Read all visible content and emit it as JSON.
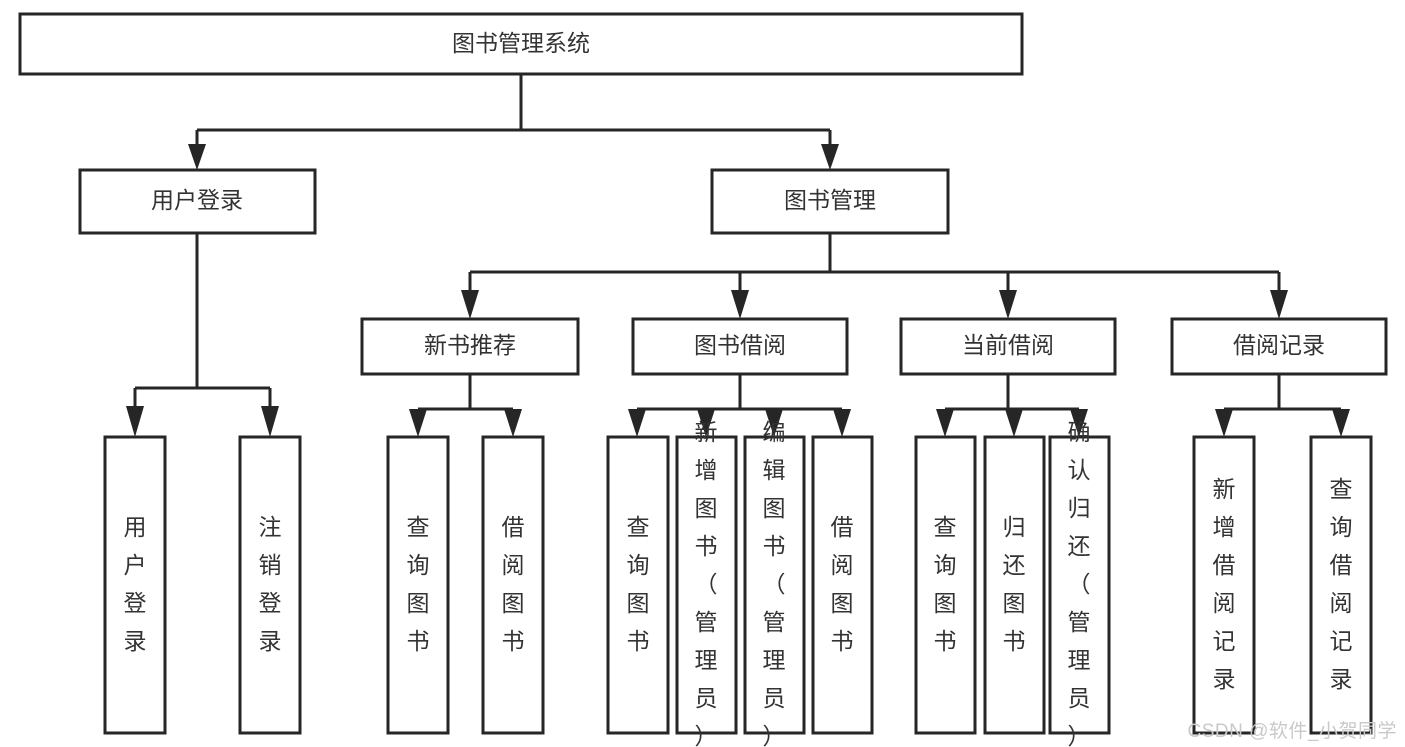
{
  "diagram": {
    "title": "图书管理系统",
    "type": "tree-hierarchy",
    "root": {
      "id": "root",
      "label": "图书管理系统",
      "orientation": "horizontal"
    },
    "level2": [
      {
        "id": "user-login",
        "label": "用户登录",
        "orientation": "horizontal"
      },
      {
        "id": "book-manage",
        "label": "图书管理",
        "orientation": "horizontal"
      }
    ],
    "level3": [
      {
        "id": "new-book-rec",
        "label": "新书推荐",
        "orientation": "horizontal",
        "parent": "book-manage"
      },
      {
        "id": "book-borrow",
        "label": "图书借阅",
        "orientation": "horizontal",
        "parent": "book-manage"
      },
      {
        "id": "current-borrow",
        "label": "当前借阅",
        "orientation": "horizontal",
        "parent": "book-manage"
      },
      {
        "id": "borrow-record",
        "label": "借阅记录",
        "orientation": "horizontal",
        "parent": "book-manage"
      }
    ],
    "leaves": [
      {
        "id": "leaf-user-login",
        "label": "用户登录",
        "orientation": "vertical",
        "parent": "user-login"
      },
      {
        "id": "leaf-user-logout",
        "label": "注销登录",
        "orientation": "vertical",
        "parent": "user-login"
      },
      {
        "id": "leaf-query-book-1",
        "label": "查询图书",
        "orientation": "vertical",
        "parent": "new-book-rec"
      },
      {
        "id": "leaf-borrow-book-1",
        "label": "借阅图书",
        "orientation": "vertical",
        "parent": "new-book-rec"
      },
      {
        "id": "leaf-query-book-2",
        "label": "查询图书",
        "orientation": "vertical",
        "parent": "book-borrow"
      },
      {
        "id": "leaf-add-book",
        "label": "新增图书（管理员）",
        "orientation": "vertical",
        "parent": "book-borrow"
      },
      {
        "id": "leaf-edit-book",
        "label": "编辑图书（管理员）",
        "orientation": "vertical",
        "parent": "book-borrow"
      },
      {
        "id": "leaf-borrow-book-2",
        "label": "借阅图书",
        "orientation": "vertical",
        "parent": "book-borrow"
      },
      {
        "id": "leaf-query-book-3",
        "label": "查询图书",
        "orientation": "vertical",
        "parent": "current-borrow"
      },
      {
        "id": "leaf-return-book",
        "label": "归还图书",
        "orientation": "vertical",
        "parent": "current-borrow"
      },
      {
        "id": "leaf-confirm-return",
        "label": "确认归还（管理员）",
        "orientation": "vertical",
        "parent": "current-borrow"
      },
      {
        "id": "leaf-add-record",
        "label": "新增借阅记录",
        "orientation": "vertical",
        "parent": "borrow-record"
      },
      {
        "id": "leaf-query-record",
        "label": "查询借阅记录",
        "orientation": "vertical",
        "parent": "borrow-record"
      }
    ],
    "colors": {
      "box_fill": "#ffffff",
      "box_stroke": "#262626",
      "text": "#333333",
      "connector": "#262626",
      "watermark": "#c9c9c9"
    }
  },
  "watermark": {
    "text": "CSDN @软件_小贺同学"
  }
}
